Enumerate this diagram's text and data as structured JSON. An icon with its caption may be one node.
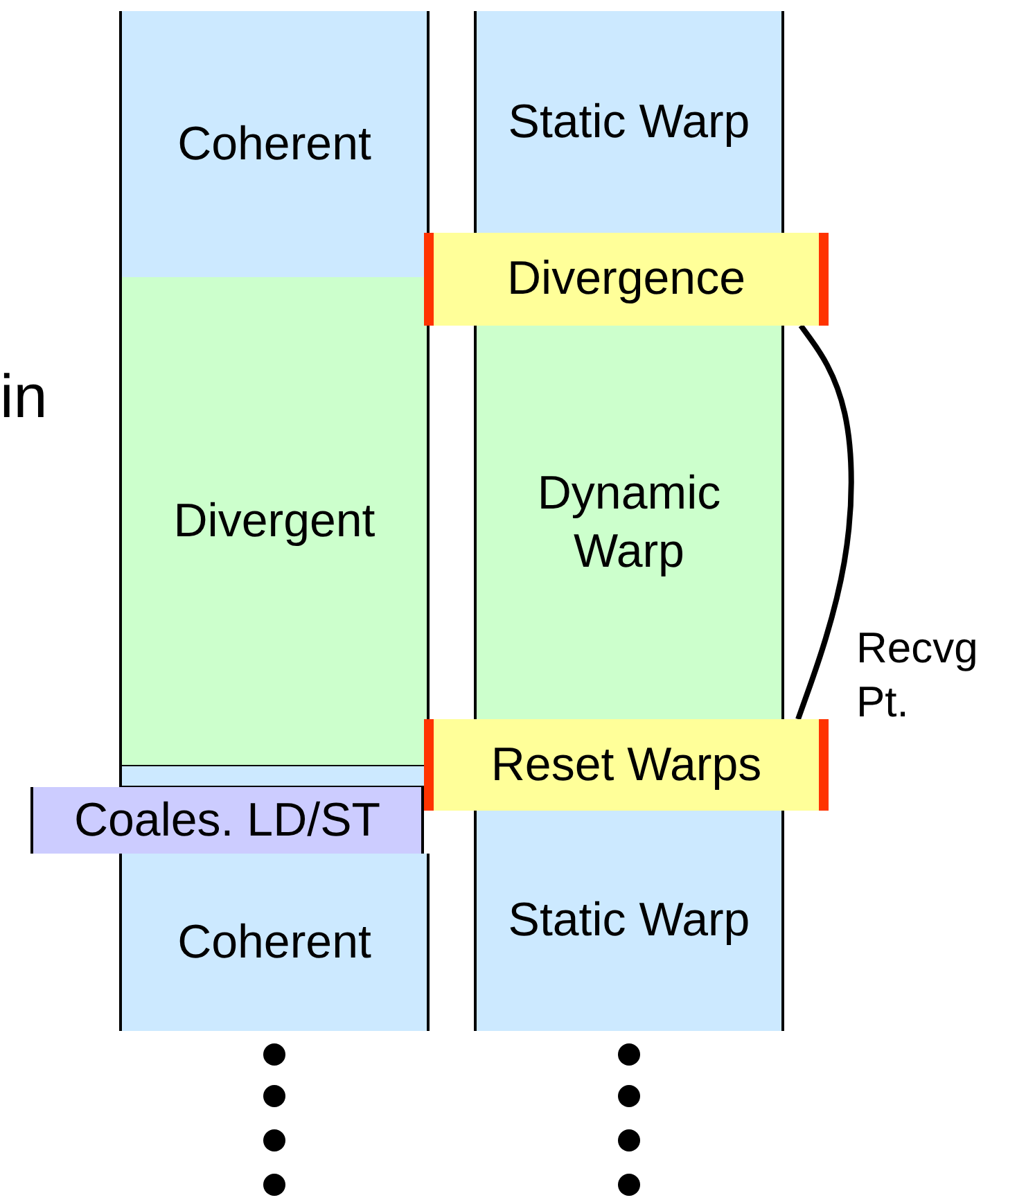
{
  "diagram": {
    "nodes": [
      {
        "text": [
          "Coherent"
        ]
      },
      {
        "text": [
          "Divergent"
        ]
      },
      {
        "text": [
          "Coherent"
        ]
      },
      {
        "text": [
          "Static Warp"
        ]
      },
      {
        "text": [
          "Divergence"
        ]
      },
      {
        "text": [
          "Dynamic Warp"
        ]
      },
      {
        "text": [
          "Reset Warps"
        ]
      },
      {
        "text": [
          "Static Warp"
        ]
      },
      {
        "text": [
          "Coales. LD/ST"
        ]
      }
    ],
    "edges": [
      {
        "from": 4,
        "to": 6,
        "arrow": "none",
        "label": "Recvg Pt."
      }
    ],
    "labels": [
      "in"
    ]
  }
}
